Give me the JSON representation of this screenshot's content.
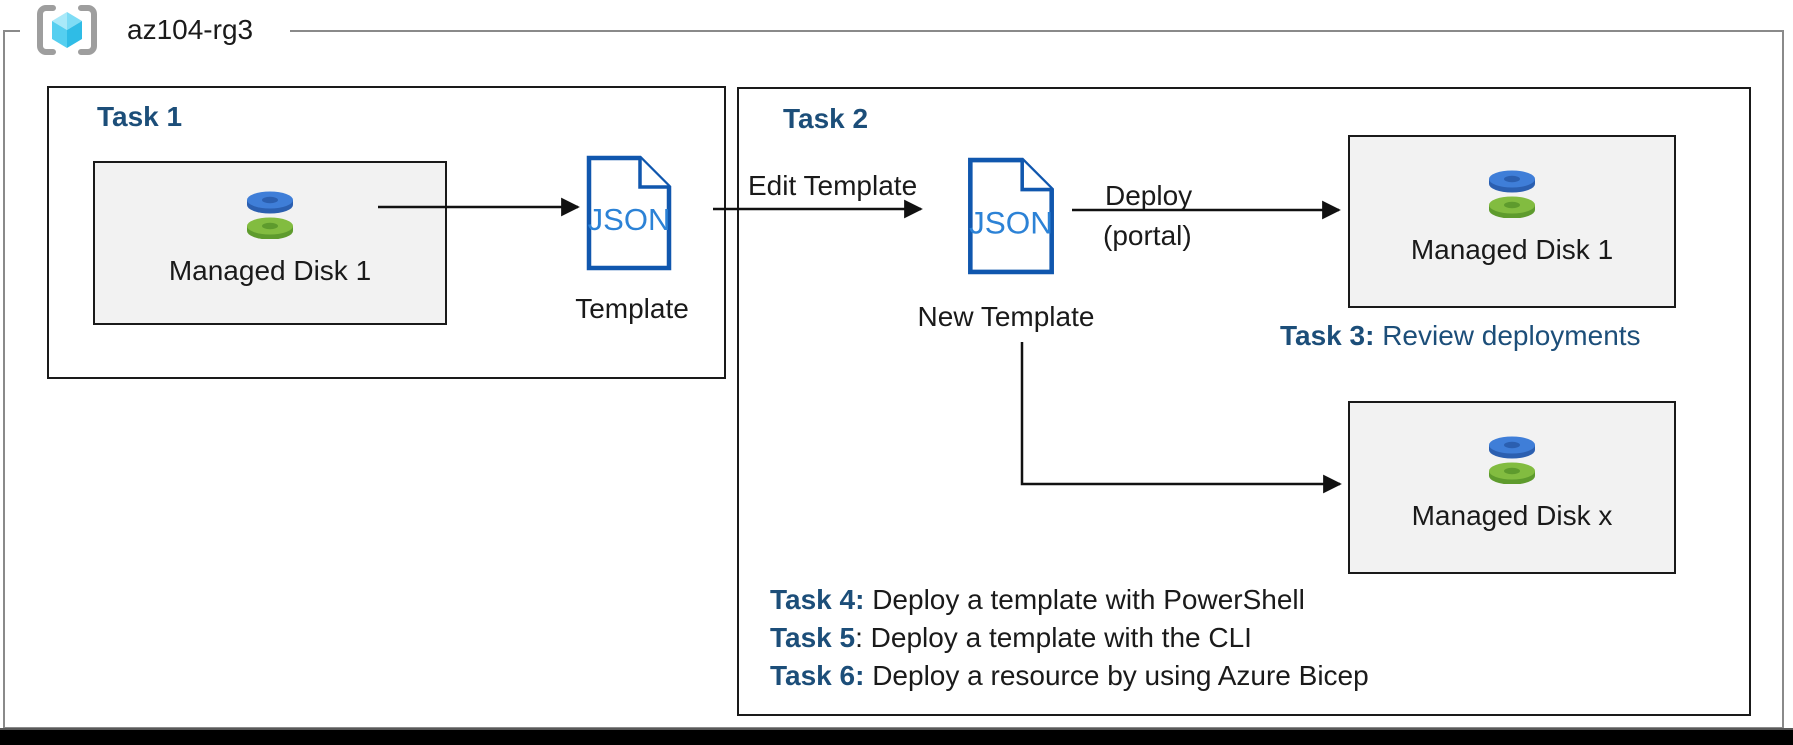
{
  "header": {
    "resource_group": "az104-rg3"
  },
  "task1": {
    "title": "Task 1",
    "disk_box_label": "Managed Disk 1",
    "json_doc_text": "JSON",
    "template_caption": "Template"
  },
  "task2": {
    "title": "Task 2",
    "edit_arrow_label": "Edit Template",
    "json_doc_text": "JSON",
    "new_template_caption": "New Template",
    "deploy_arrow_label": "Deploy",
    "deploy_arrow_sublabel": "(portal)",
    "managed_disk_1_label": "Managed Disk 1",
    "managed_disk_x_label": "Managed Disk x",
    "task3_prefix": "Task 3:",
    "task3_text": " Review deployments"
  },
  "task_list": [
    {
      "bold": "Task 4:",
      "rest": " Deploy a template with PowerShell"
    },
    {
      "bold": "Task 5",
      "rest": ": Deploy a template with the CLI"
    },
    {
      "bold": "Task 6:",
      "rest": " Deploy a resource by using Azure Bicep"
    }
  ],
  "colors": {
    "accent_blue": "#1C4E79",
    "icon_blue": "#1057AE",
    "json_text_blue": "#2C82D6",
    "box_fill": "#F2F2F2",
    "outer_border": "#8A8A8A"
  }
}
